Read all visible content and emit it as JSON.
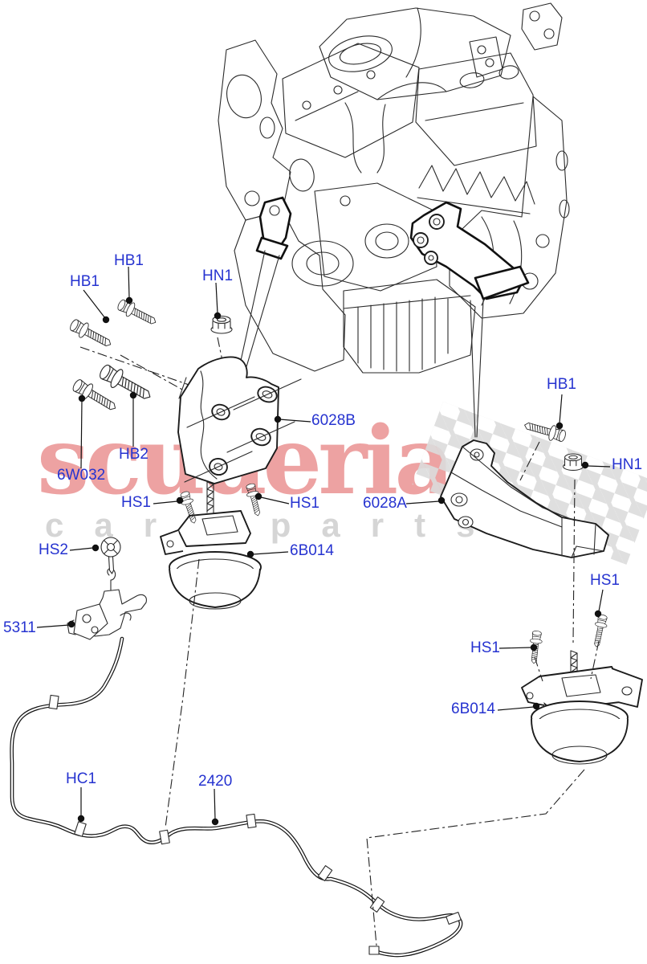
{
  "diagram": {
    "title_hint": "Engine mounting parts diagram",
    "watermark": {
      "brand": "scuderia",
      "tagline": "car parts"
    },
    "colors": {
      "label-color": "#2633d0",
      "line-color": "#2a2a2a",
      "wm-red": "#eda2a2",
      "wm-gray": "#d5d5d5",
      "flag-gray": "#dcdcdc"
    },
    "labels": [
      {
        "id": "hb1-a",
        "text": "HB1"
      },
      {
        "id": "hb1-b",
        "text": "HB1"
      },
      {
        "id": "hn1-a",
        "text": "HN1"
      },
      {
        "id": "6028b",
        "text": "6028B"
      },
      {
        "id": "6w032",
        "text": "6W032"
      },
      {
        "id": "hb2",
        "text": "HB2"
      },
      {
        "id": "hs1-a",
        "text": "HS1"
      },
      {
        "id": "hs1-b",
        "text": "HS1"
      },
      {
        "id": "hs2",
        "text": "HS2"
      },
      {
        "id": "5311",
        "text": "5311"
      },
      {
        "id": "6b014-l",
        "text": "6B014"
      },
      {
        "id": "6028a",
        "text": "6028A"
      },
      {
        "id": "hb1-c",
        "text": "HB1"
      },
      {
        "id": "hn1-b",
        "text": "HN1"
      },
      {
        "id": "hs1-c",
        "text": "HS1"
      },
      {
        "id": "hs1-d",
        "text": "HS1"
      },
      {
        "id": "6b014-r",
        "text": "6B014"
      },
      {
        "id": "hc1",
        "text": "HC1"
      },
      {
        "id": "2420",
        "text": "2420"
      }
    ]
  }
}
